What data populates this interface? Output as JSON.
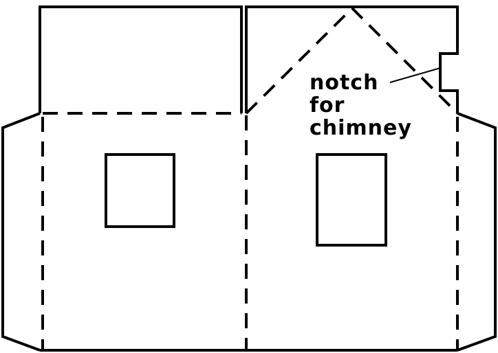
{
  "label": {
    "line1": "notch",
    "line2": "for",
    "line3": "chimney"
  },
  "colors": {
    "ink": "#000000",
    "paper": "#ffffff"
  }
}
